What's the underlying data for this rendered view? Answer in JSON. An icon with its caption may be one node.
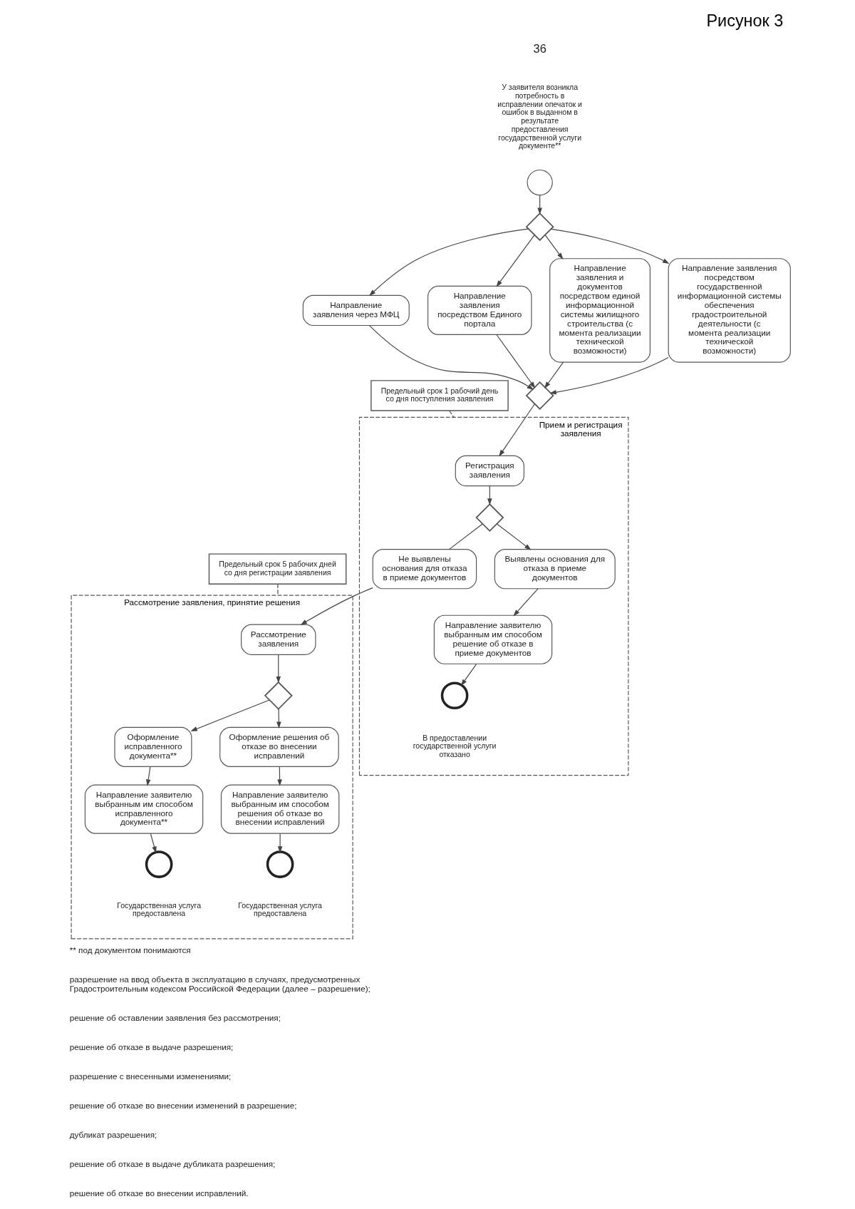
{
  "diagram": {
    "title": "Рисунок 3",
    "nodes": [
      {
        "text": [],
        "shape": "circle",
        "beside": [
          "У заявителя возникла потребность в исправлении опечаток и ошибок в выданном в результате предоставления государственной услуги документе**"
        ]
      },
      {
        "text": [],
        "shape": "diamond"
      },
      {
        "text": [
          "Направление заявления через МФЦ"
        ]
      },
      {
        "text": [
          "Направление заявления посредством Единого портала"
        ]
      },
      {
        "text": [
          "Направление заявления и документов посредством единой информационной системы жилищного строительства (с момента реализации технической возможности)"
        ]
      },
      {
        "text": [
          "Направление заявления посредством государственной информационной системы обеспечения градостроительной деятельности (с момента реализации технической возможности)"
        ]
      },
      {
        "text": [],
        "shape": "diamond"
      },
      {
        "text": [
          "Предельный срок 1 рабочий день со дня поступления заявления"
        ]
      },
      {
        "text": [
          "Прием и регистрация заявления"
        ]
      },
      {
        "text": [
          "Регистрация заявления"
        ],
        "in": 8
      },
      {
        "text": [
          "Не выявлены основания для отказа в приеме документов"
        ],
        "in": 8
      },
      {
        "text": [],
        "shape": "diamond",
        "in": 8
      },
      {
        "text": [
          "Выявлены основания для отказа в приеме документов"
        ],
        "in": 8
      },
      {
        "text": [
          "Направление заявителю выбранным им способом решение об отказе в приеме документов"
        ],
        "in": 8
      },
      {
        "text": [],
        "shape": "circle",
        "in": 8,
        "beside": [
          "В предоставлении государственной услуги отказано"
        ]
      },
      {
        "text": [
          "Предельный срок 5 рабочих дней со дня регистрации заявления"
        ]
      },
      {
        "text": [
          "Рассмотрение заявления, принятие решения"
        ]
      },
      {
        "text": [
          "Рассмотрение заявления"
        ],
        "in": 16
      },
      {
        "text": [],
        "shape": "diamond",
        "in": 16
      },
      {
        "text": [
          "Оформление исправленного документа**"
        ],
        "in": 16
      },
      {
        "text": [
          "Оформление решения об отказе во внесении исправлений"
        ],
        "in": 16
      },
      {
        "text": [
          "Направление заявителю выбранным им способом исправленного документа**"
        ],
        "in": 16
      },
      {
        "text": [
          "Направление заявителю выбранным им способом решения об отказе во внесении исправлений"
        ],
        "in": 16
      },
      {
        "text": [],
        "shape": "circle",
        "in": 16,
        "beside": [
          "Государственная услуга предоставлена"
        ]
      },
      {
        "text": [],
        "shape": "circle",
        "in": 16,
        "beside": [
          "Государственная услуга предоставлена"
        ]
      }
    ],
    "edges": [
      {
        "from": 0,
        "to": 1,
        "arrow": "to"
      },
      {
        "from": 1,
        "to": 2,
        "arrow": "to"
      },
      {
        "from": 1,
        "to": 3,
        "arrow": "to"
      },
      {
        "from": 1,
        "to": 4,
        "arrow": "to"
      },
      {
        "from": 1,
        "to": 5,
        "arrow": "to"
      },
      {
        "from": 2,
        "to": 6,
        "arrow": "to"
      },
      {
        "from": 3,
        "to": 6,
        "arrow": "to"
      },
      {
        "from": 4,
        "to": 6,
        "arrow": "to"
      },
      {
        "from": 5,
        "to": 6,
        "arrow": "to"
      },
      {
        "from": 7,
        "to": 8,
        "arrow": "none",
        "style": "dashed"
      },
      {
        "from": 6,
        "to": 9,
        "arrow": "to"
      },
      {
        "from": 9,
        "to": 11,
        "arrow": "to"
      },
      {
        "from": 11,
        "to": 10,
        "arrow": "none"
      },
      {
        "from": 11,
        "to": 12,
        "arrow": "to"
      },
      {
        "from": 12,
        "to": 13,
        "arrow": "to"
      },
      {
        "from": 13,
        "to": 14,
        "arrow": "to"
      },
      {
        "from": 10,
        "to": 17,
        "arrow": "to"
      },
      {
        "from": 15,
        "to": 16,
        "arrow": "none",
        "style": "dashed"
      },
      {
        "from": 17,
        "to": 18,
        "arrow": "to"
      },
      {
        "from": 18,
        "to": 19,
        "arrow": "to"
      },
      {
        "from": 18,
        "to": 20,
        "arrow": "to"
      },
      {
        "from": 19,
        "to": 21,
        "arrow": "to"
      },
      {
        "from": 20,
        "to": 22,
        "arrow": "to"
      },
      {
        "from": 21,
        "to": 23,
        "arrow": "to"
      },
      {
        "from": 22,
        "to": 24,
        "arrow": "to"
      }
    ],
    "labels": [
      "36",
      "** под документом понимаются",
      "разрешение на ввод объекта в эксплуатацию в случаях, предусмотренных Градостроительным кодексом Российской Федерации (далее – разрешение);",
      "решение об оставлении заявления без рассмотрения;",
      "решение об отказе в выдаче разрешения;",
      "разрешение с внесенными изменениями;",
      "решение об отказе во внесении изменений в разрешение;",
      "дубликат разрешения;",
      "решение об отказе в выдаче дубликата разрешения;",
      "решение об отказе во внесении исправлений."
    ]
  }
}
